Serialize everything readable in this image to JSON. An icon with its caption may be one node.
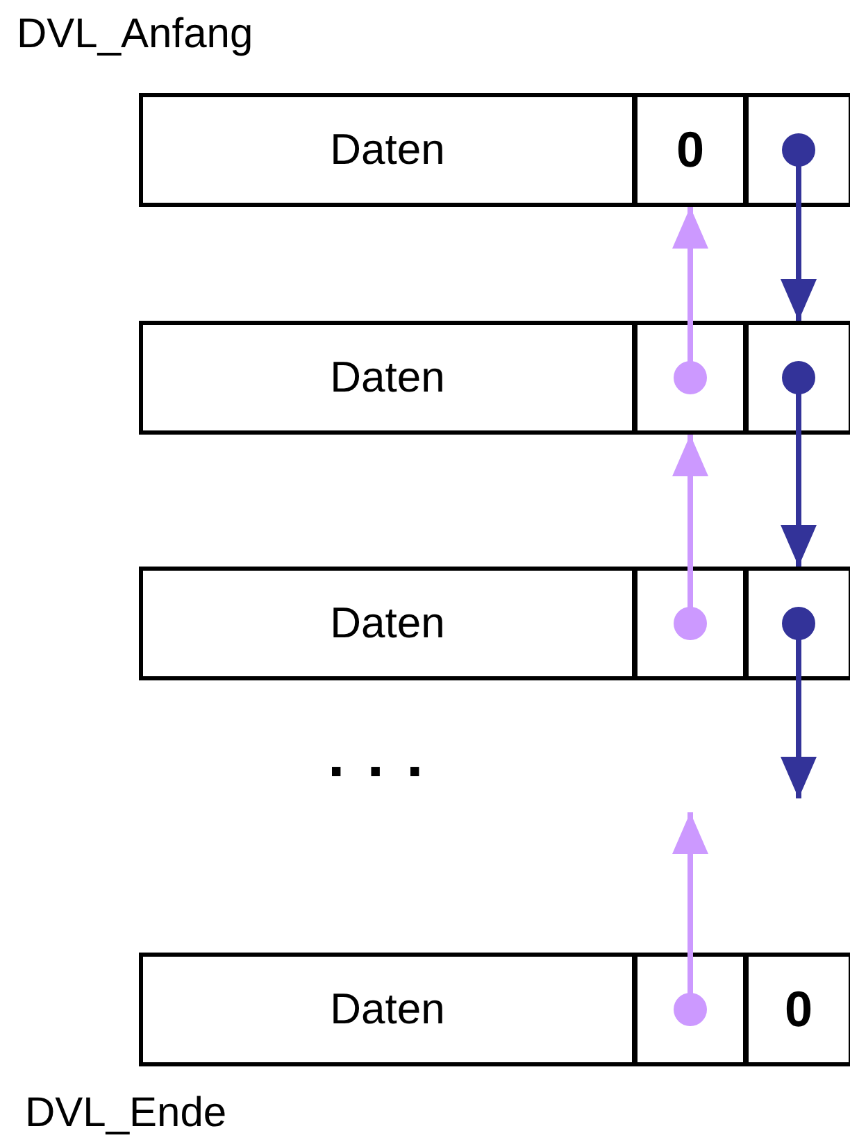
{
  "diagram": {
    "nodes": [
      {
        "text": [
          "Daten"
        ]
      },
      {
        "text": [
          "0"
        ]
      },
      {
        "text": [],
        "shape": "box"
      },
      {
        "text": [
          "Daten"
        ]
      },
      {
        "text": [],
        "shape": "box"
      },
      {
        "text": [],
        "shape": "box"
      },
      {
        "text": [
          "Daten"
        ]
      },
      {
        "text": [],
        "shape": "box"
      },
      {
        "text": [],
        "shape": "box"
      },
      {
        "text": [
          "Daten"
        ]
      },
      {
        "text": [],
        "shape": "box"
      },
      {
        "text": [
          "0"
        ]
      }
    ],
    "edges": [
      {
        "from": 2,
        "to": 5,
        "arrow": "to",
        "color": "#333399"
      },
      {
        "from": 5,
        "to": 8,
        "arrow": "to",
        "color": "#333399"
      },
      {
        "from": 8,
        "to": null,
        "arrow": "to",
        "color": "#333399"
      },
      {
        "from": 4,
        "to": 1,
        "arrow": "to",
        "color": "#cc99ff"
      },
      {
        "from": 7,
        "to": 4,
        "arrow": "to",
        "color": "#cc99ff"
      },
      {
        "from": 10,
        "to": null,
        "arrow": "to",
        "color": "#cc99ff"
      }
    ],
    "labels": [
      "DVL_Anfang",
      "...",
      "DVL_Ende"
    ]
  }
}
